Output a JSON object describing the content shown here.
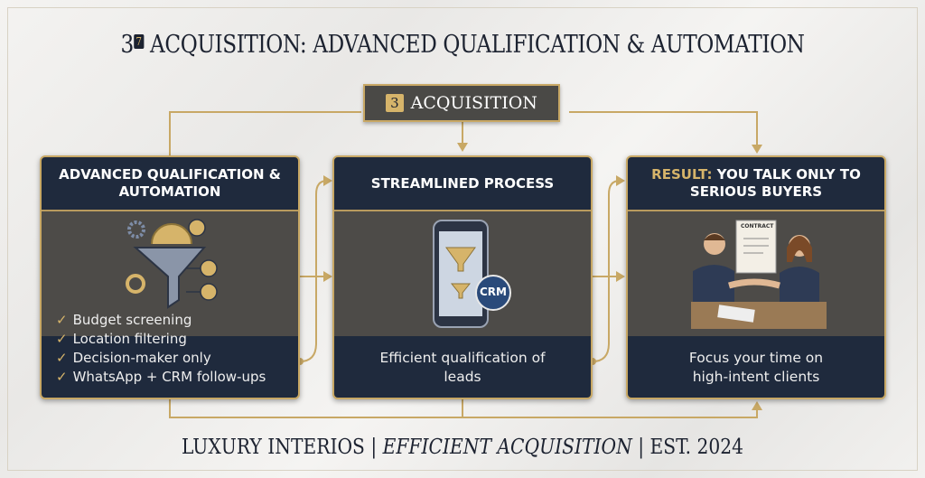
{
  "title": {
    "number": "3",
    "superscript": "7",
    "text": "ACQUISITION: ADVANCED QUALIFICATION & AUTOMATION"
  },
  "ribbon": {
    "number": "3",
    "label": "ACQUISITION"
  },
  "cards": [
    {
      "heading": "ADVANCED QUALIFICATION & AUTOMATION",
      "checks": [
        "Budget screening",
        "Location filtering",
        "Decision-maker only",
        "WhatsApp + CRM follow-ups"
      ]
    },
    {
      "heading": "STREAMLINED PROCESS",
      "badge": "CRM",
      "caption": "Efficient qualification of leads"
    },
    {
      "heading_accent": "RESULT:",
      "heading": "YOU TALK ONLY TO SERIOUS BUYERS",
      "document_label": "CONTRACT",
      "caption": "Focus your time on high-intent clients"
    }
  ],
  "footer": {
    "left": "LUXURY INTERIOS",
    "middle": "EFFICIENT ACQUISITION",
    "right": "EST. 2024",
    "separator": "|"
  },
  "colors": {
    "navy": "#1f2a3d",
    "gold": "#c8a865",
    "panel": "#4d4b48"
  }
}
